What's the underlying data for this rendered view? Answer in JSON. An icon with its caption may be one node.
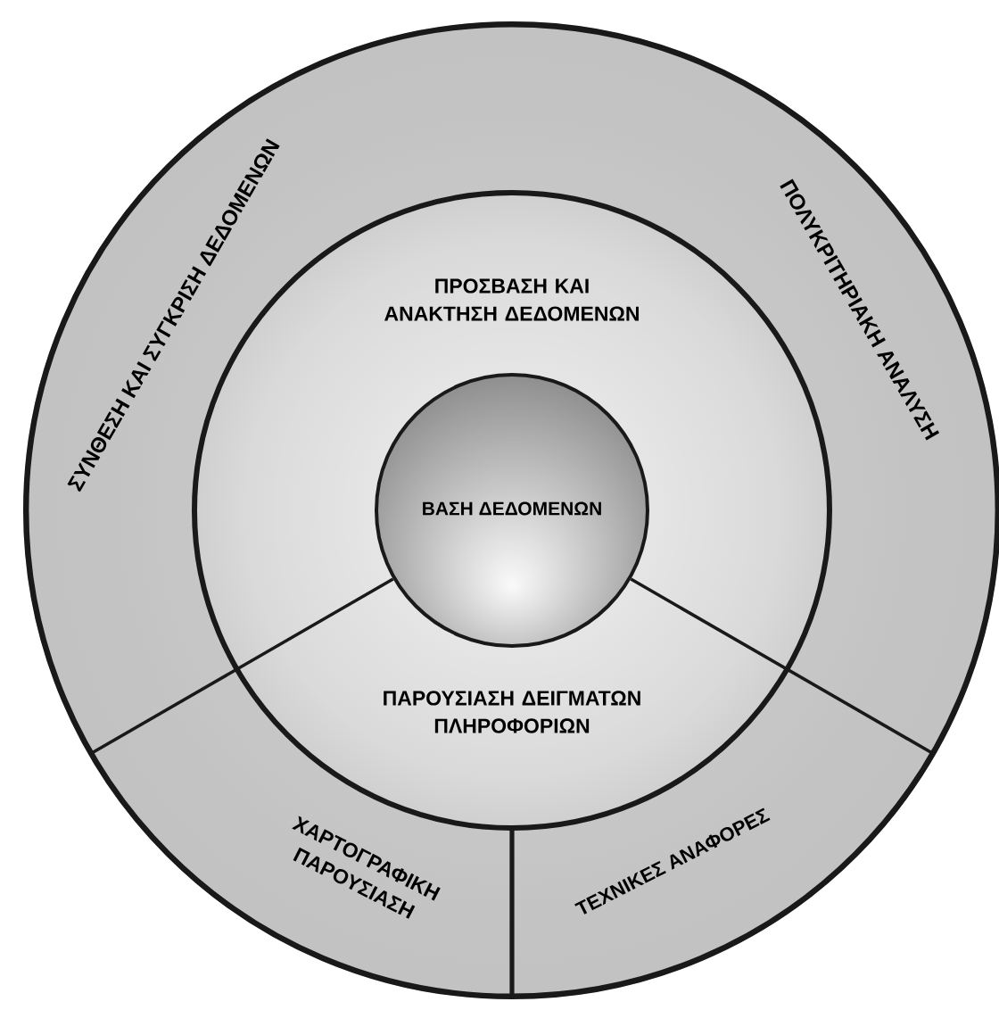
{
  "diagram": {
    "nodes": [
      {
        "text": [
          "ΣΥΝΘΕΣΗ ΚΑΙ ΣΥΓΚΡΙΣΗ ΔΕΔΟΜΕΝΩΝ"
        ]
      },
      {
        "text": [
          "ΠΟΛΥΚΡΙΤΗΡΙΑΚΗ ΑΝΑΛΥΣΗ"
        ]
      },
      {
        "text": [
          "ΠΡΟΣΒΑΣΗ ΚΑΙ ΑΝΑΚΤΗΣΗ ΔΕΔΟΜΕΝΩΝ"
        ]
      },
      {
        "text": [
          "ΒΑΣΗ ΔΕΔΟΜΕΝΩΝ"
        ]
      },
      {
        "text": [
          "ΠΑΡΟΥΣΙΑΣΗ ΔΕΙΓΜΑΤΩΝ ΠΛΗΡΟΦΟΡΙΩΝ"
        ]
      },
      {
        "text": [
          "ΧΑΡΤΟΓΡΑΦΙΚΗ ΠΑΡΟΥΣΙΑΣΗ"
        ]
      },
      {
        "text": [
          "ΤΕΧΝΙΚΕΣ ΑΝΑΦΟΡΕΣ"
        ]
      }
    ]
  }
}
